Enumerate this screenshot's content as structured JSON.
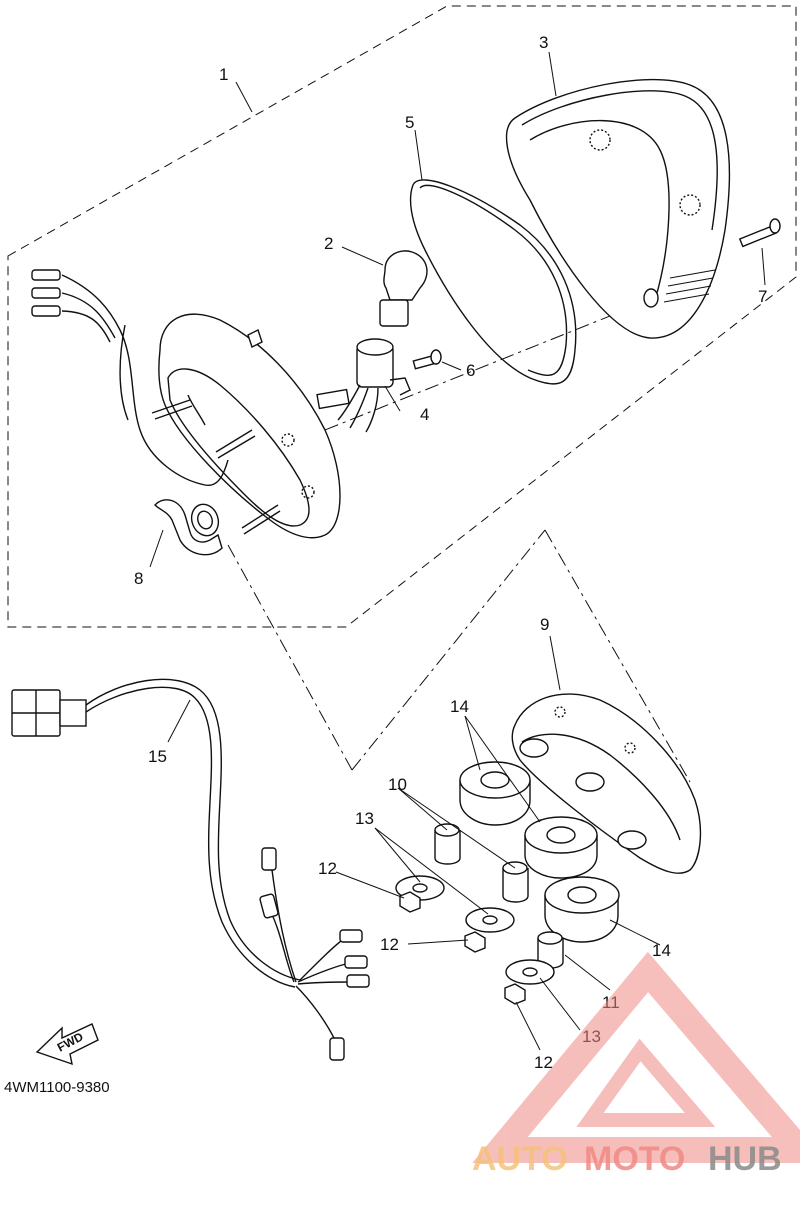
{
  "diagram": {
    "part_numbers": [
      "1",
      "2",
      "3",
      "4",
      "5",
      "6",
      "7",
      "8",
      "9",
      "10",
      "11",
      "12",
      "12",
      "12",
      "13",
      "13",
      "13",
      "14",
      "14",
      "15"
    ],
    "diagram_code": "4WM1100-9380",
    "direction_label": "FWD"
  },
  "watermark": {
    "brand_part_1": "AUTO",
    "brand_part_2": "MOTO",
    "brand_part_3": "HUB",
    "colors": {
      "auto": "#f5c27a",
      "moto": "#f08a84",
      "hub": "#8a8a8a",
      "logo": "#f08a84"
    }
  }
}
